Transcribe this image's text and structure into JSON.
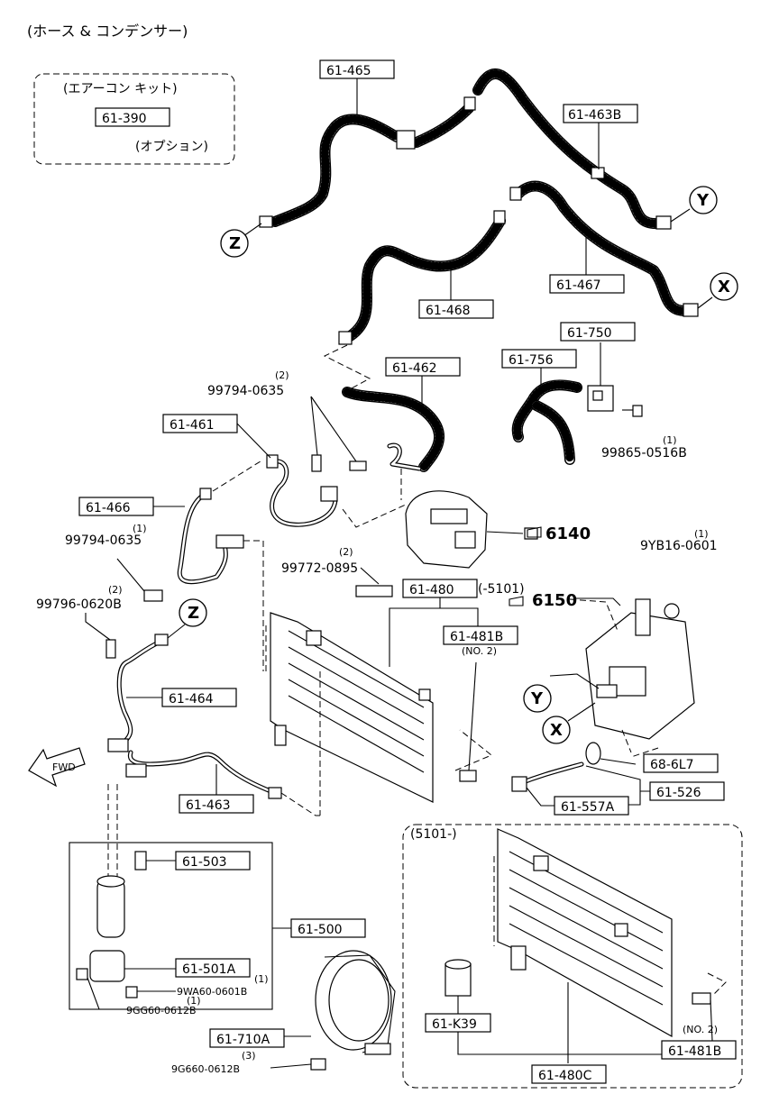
{
  "title": "(ホース & コンデンサー)",
  "option_group": {
    "kit_label": "(エアーコン キット)",
    "part_no": "61-390",
    "option_label": "(オプション)"
  },
  "part_labels": {
    "p61_465": "61-465",
    "p61_463B": "61-463B",
    "p61_467": "61-467",
    "p61_468": "61-468",
    "p61_462": "61-462",
    "p61_750": "61-750",
    "p61_756": "61-756",
    "p61_461": "61-461",
    "p61_466": "61-466",
    "p61_480": "61-480",
    "p61_481B_upper": "61-481B",
    "p61_464": "61-464",
    "p61_463": "61-463",
    "p61_503": "61-503",
    "p61_500": "61-500",
    "p61_501A": "61-501A",
    "p61_710A": "61-710A",
    "p68_6L7": "68-6L7",
    "p61_526": "61-526",
    "p61_557A": "61-557A",
    "p61_K39": "61-K39",
    "p61_481B_lower": "61-481B",
    "p61_480C": "61-480C"
  },
  "bolt_labels": {
    "b99794_top_qty": "(2)",
    "b99794_top": "99794-0635",
    "b99794_mid_qty": "(1)",
    "b99794_mid": "99794-0635",
    "b99796_qty": "(2)",
    "b99796": "99796-0620B",
    "b99772_qty": "(2)",
    "b99772": "99772-0895",
    "b99865_qty": "(1)",
    "b99865": "99865-0516B",
    "b9YB16_qty": "(1)",
    "b9YB16": "9YB16-0601",
    "b9WA60_qty": "(1)",
    "b9WA60": "9WA60-0601B",
    "b9GG60_qty": "(1)",
    "b9GG60": "9GG60-0612B",
    "b9G660_qty": "(3)",
    "b9G660": "9G660-0612B"
  },
  "refs": {
    "r6140": "6140",
    "r6150": "6150",
    "serial_to": "(-5101)",
    "serial_from": "(5101-)",
    "no2_upper": "(NO. 2)",
    "no2_lower": "(NO. 2)"
  },
  "connectors": {
    "x": "X",
    "y": "Y",
    "z": "Z"
  },
  "fwd_label": "FWD"
}
